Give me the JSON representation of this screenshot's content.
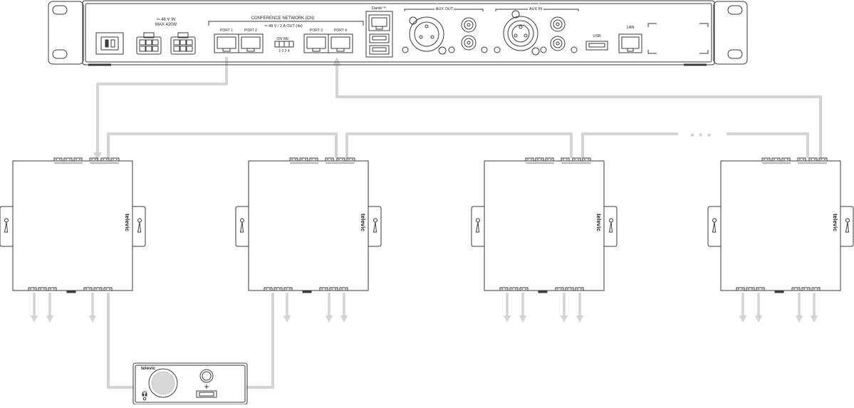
{
  "central_unit": {
    "power_spec_line1": "⎓ 48 V IN",
    "power_spec_line2": "MAX 420W",
    "network_title": "CONFERENCE NETWORK (CN)",
    "network_spec": "⎓ 48 V / 2 A OUT (4x)",
    "ports": [
      "PORT 1",
      "PORT 2",
      "PORT 3",
      "PORT 4"
    ],
    "dip_switch_top": "ON  WE",
    "dip_switch_numbers": "1 2 3 4",
    "dante_label": "Dante™",
    "aux_out_label": "AUX OUT",
    "aux_in_label": "AUX IN",
    "usb_label": "USB",
    "lan_label": "LAN"
  },
  "extension_units": {
    "brand": "televic",
    "count": 4
  },
  "chain_gap_ellipsis": "···",
  "delegate_unit": {
    "brand": "televic"
  },
  "colors": {
    "outline": "#3a3a3a",
    "cable": "#d4d4d4",
    "background": "#ffffff"
  }
}
